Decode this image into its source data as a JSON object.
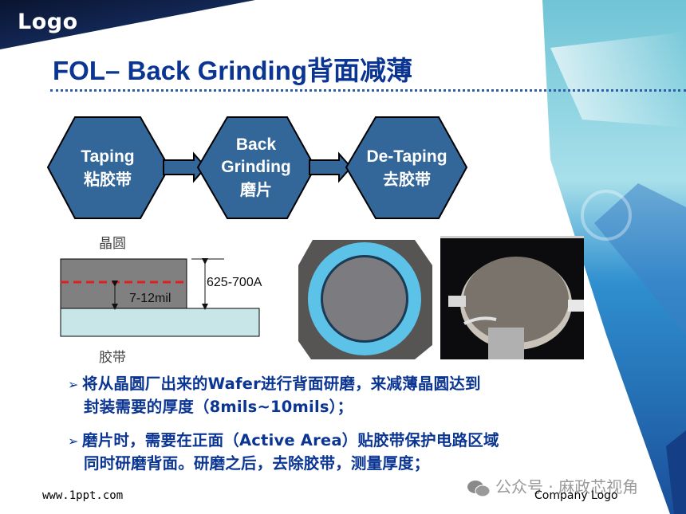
{
  "slide": {
    "logo": "Logo",
    "title_en": "FOL– Back Grinding",
    "title_cn": "背面减薄",
    "colors": {
      "title": "#0b3592",
      "hexagon_fill": "#336699",
      "tape": "#c8e6e8",
      "wafer": "#808080",
      "cut_line": "#e02020"
    }
  },
  "flow": {
    "steps": [
      {
        "en": "Taping",
        "cn": "粘胶带"
      },
      {
        "en": "Back Grinding",
        "en_line1": "Back",
        "en_line2": "Grinding",
        "cn": "磨片"
      },
      {
        "en": "De-Taping",
        "cn": "去胶带"
      }
    ]
  },
  "diagram": {
    "wafer_label": "晶圆",
    "tape_label": "胶带",
    "total_thickness": "625-700A",
    "remaining_thickness": "7-12mil"
  },
  "photos": {
    "left": "wafer-on-tape-frame",
    "right": "grinding-machine-chuck"
  },
  "bullets": [
    {
      "marker": "➢",
      "line1": "将从晶圆厂出来的Wafer进行背面研磨，来减薄晶圆达到",
      "line2": "封装需要的厚度（8mils~10mils）；"
    },
    {
      "marker": "➢",
      "line1": "磨片时，需要在正面（Active Area）贴胶带保护电路区域",
      "line2": "同时研磨背面。研磨之后，去除胶带，测量厚度；"
    }
  ],
  "footer": {
    "website": "www.1ppt.com",
    "company_logo": "Company Logo",
    "watermark": "公众号 · 麻政芯视角"
  }
}
